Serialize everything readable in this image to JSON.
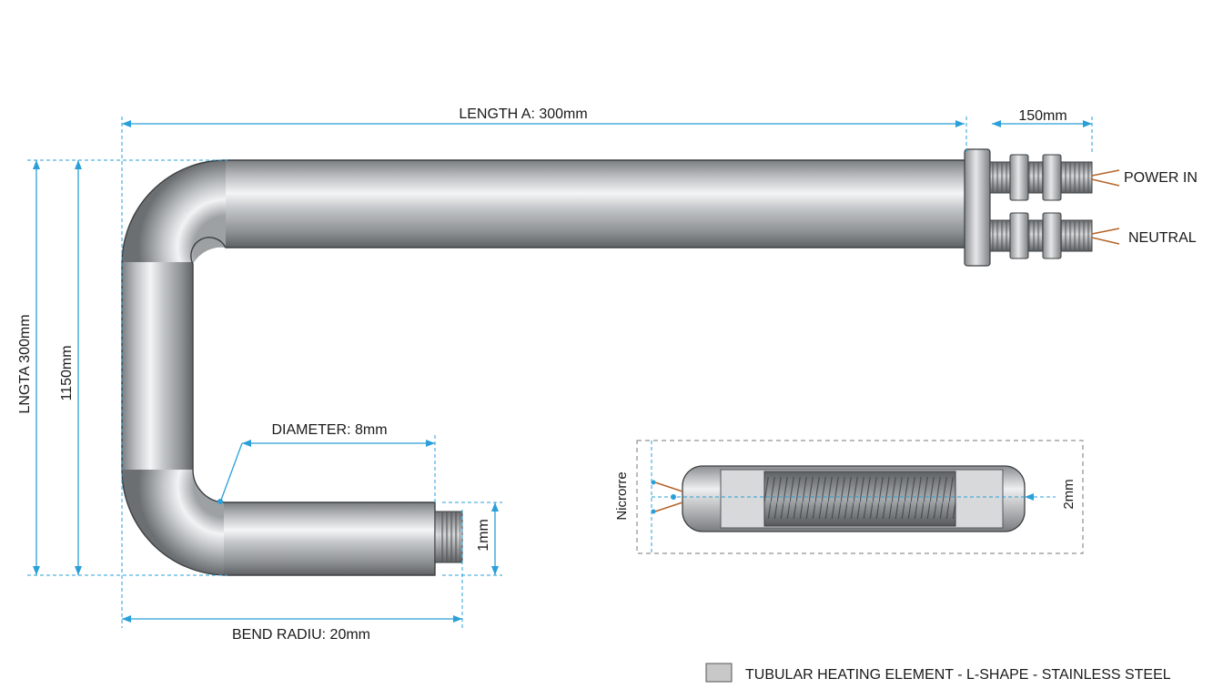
{
  "labels": {
    "length_a": "LENGTH A: 300mm",
    "terminal_length": "150mm",
    "power_in": "POWER IN",
    "neutral": "NEUTRAL",
    "left_length": "LNGTA 300mm",
    "height": "1150mm",
    "diameter": "DIAMETER: 8mm",
    "thread": "1mm",
    "bend_radius": "BEND RADIU: 20mm",
    "coil_material": "Nicrorre",
    "section_dim": "2mm"
  },
  "legend": {
    "text": "TUBULAR HEATING ELEMENT - L-SHAPE - STAINLESS STEEL"
  },
  "colors": {
    "dimension": "#2a9fd8",
    "tube_mid": "#a8abae",
    "tube_highlight": "#f2f3f4",
    "tube_shadow": "#6f7275",
    "wire": "#b5652a",
    "legend_swatch": "#c8c8c8"
  }
}
